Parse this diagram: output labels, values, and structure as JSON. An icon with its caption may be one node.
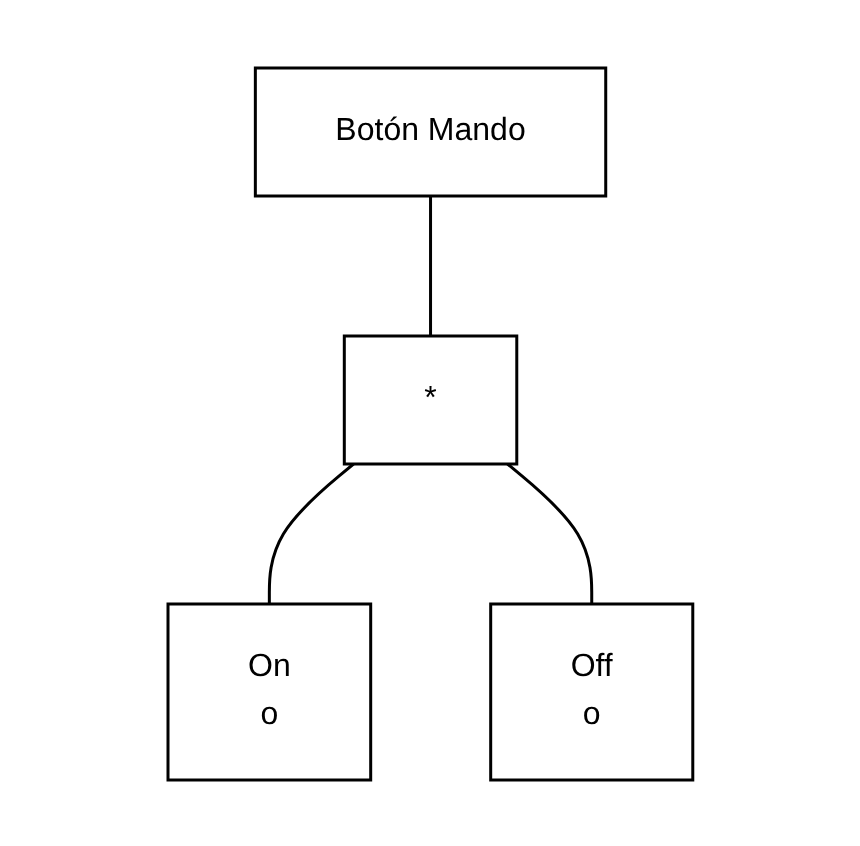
{
  "diagram": {
    "nodes": [
      {
        "text": [
          "Botón Mando"
        ]
      },
      {
        "text": [
          "*"
        ]
      },
      {
        "text": [
          "On",
          "o"
        ]
      },
      {
        "text": [
          "Off",
          "o"
        ]
      }
    ],
    "edges": [
      {
        "from": 0,
        "to": 1,
        "arrow": "none"
      },
      {
        "from": 1,
        "to": 2,
        "arrow": "none"
      },
      {
        "from": 1,
        "to": 3,
        "arrow": "none"
      }
    ]
  }
}
